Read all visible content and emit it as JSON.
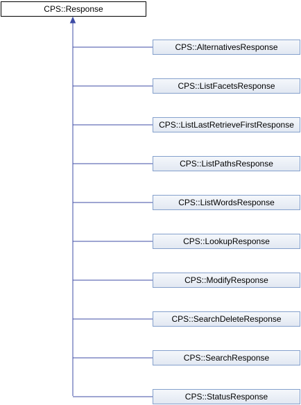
{
  "diagram": {
    "base_class": "CPS::Response",
    "derived_classes": [
      "CPS::AlternativesResponse",
      "CPS::ListFacetsResponse",
      "CPS::ListLastRetrieveFirstResponse",
      "CPS::ListPathsResponse",
      "CPS::ListWordsResponse",
      "CPS::LookupResponse",
      "CPS::ModifyResponse",
      "CPS::SearchDeleteResponse",
      "CPS::SearchResponse",
      "CPS::StatusResponse"
    ],
    "colors": {
      "edge": "#3d4ba5",
      "node_border": "#84a0cc",
      "node_fill": "#e2e8f2",
      "base_border": "#000000"
    }
  }
}
